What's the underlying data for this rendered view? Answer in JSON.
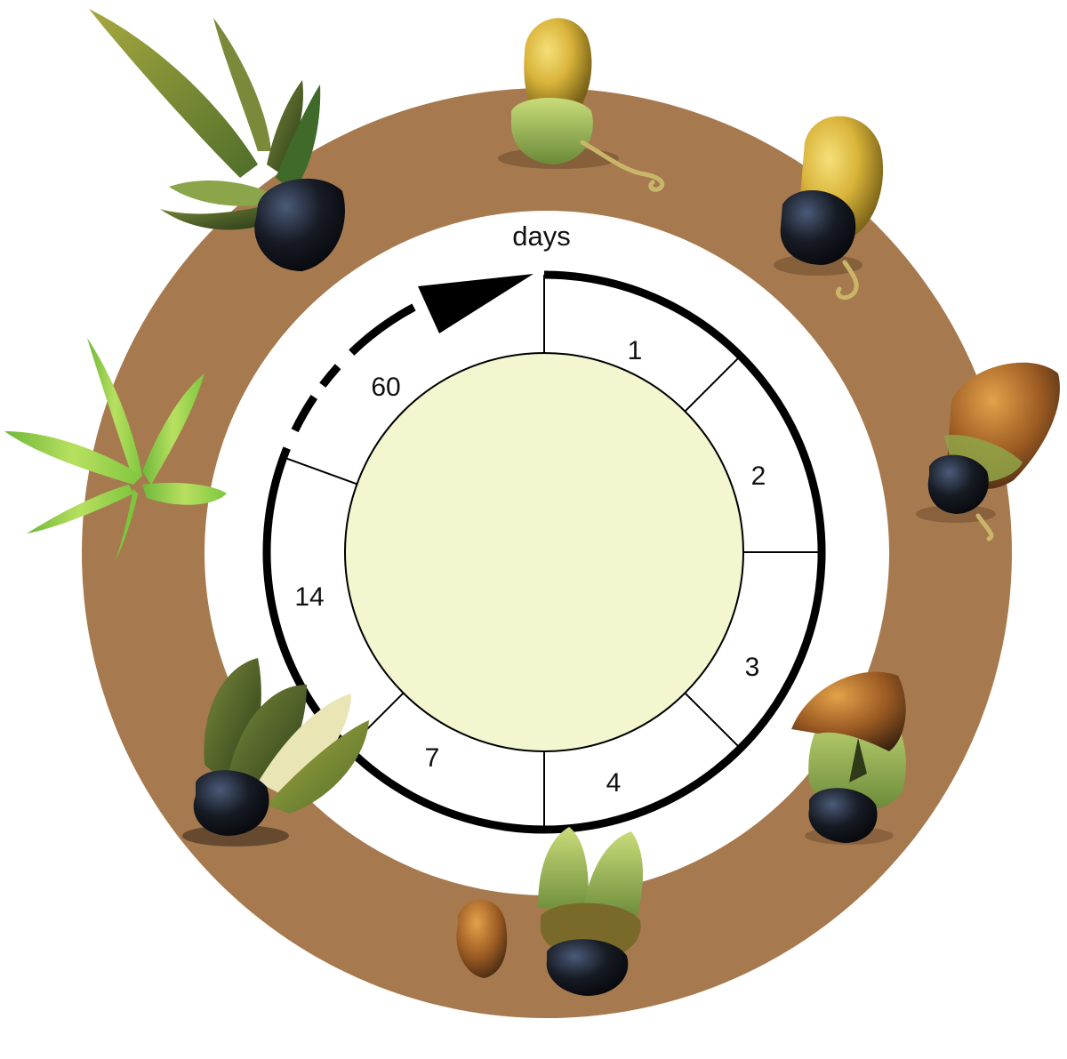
{
  "diagram": {
    "axis_label": "days",
    "timeline": [
      {
        "label": "1"
      },
      {
        "label": "2"
      },
      {
        "label": "3"
      },
      {
        "label": "4"
      },
      {
        "label": "7"
      },
      {
        "label": "14"
      },
      {
        "label": "60"
      }
    ],
    "stages": [
      {
        "name": "intact-seed"
      },
      {
        "name": "radicle-emergence"
      },
      {
        "name": "coat-splitting"
      },
      {
        "name": "coat-shedding"
      },
      {
        "name": "cotyledons-emerging"
      },
      {
        "name": "cotyledons-opening"
      },
      {
        "name": "seedling"
      },
      {
        "name": "young-plant"
      }
    ],
    "colors": {
      "soil_ring": "#a67a4e",
      "inner_disc": "#f4f6cf",
      "ring_line": "#000000",
      "seed_yellow": "#d9b43a",
      "seed_brown": "#9a5a22",
      "leaf_green": "#6f8f3a",
      "leaf_light": "#9cd04b",
      "dark_seed": "#161a22"
    }
  }
}
